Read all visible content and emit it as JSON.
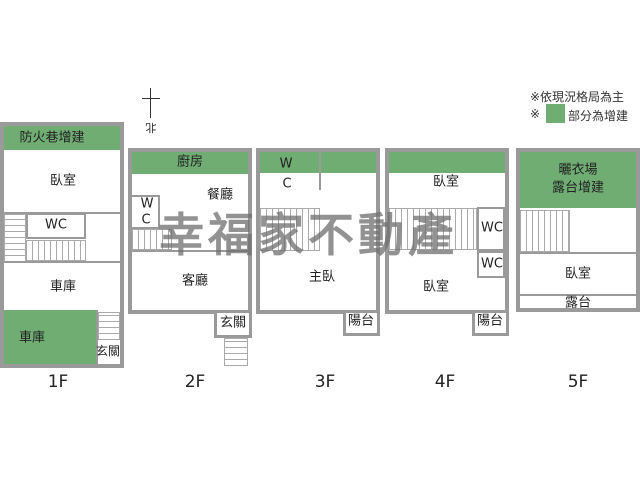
{
  "legend": {
    "line1": "※依現況格局為主",
    "mark": "※",
    "line2": "部分為增建",
    "color": "#6fad72"
  },
  "compass": {
    "label": "北"
  },
  "watermark": "幸福家不動產",
  "floors": [
    {
      "label": "1F",
      "rooms": [
        "防火巷增建",
        "臥室",
        "WC",
        "車庫",
        "車庫",
        "玄關"
      ]
    },
    {
      "label": "2F",
      "rooms": [
        "廚房",
        "餐廳",
        "W",
        "C",
        "客廳",
        "玄關"
      ]
    },
    {
      "label": "3F",
      "rooms": [
        "W",
        "C",
        "主臥",
        "陽台"
      ]
    },
    {
      "label": "4F",
      "rooms": [
        "臥室",
        "WC",
        "WC",
        "臥室",
        "陽台"
      ]
    },
    {
      "label": "5F",
      "rooms": [
        "曬衣場",
        "露台增建",
        "臥室",
        "露台"
      ]
    }
  ]
}
